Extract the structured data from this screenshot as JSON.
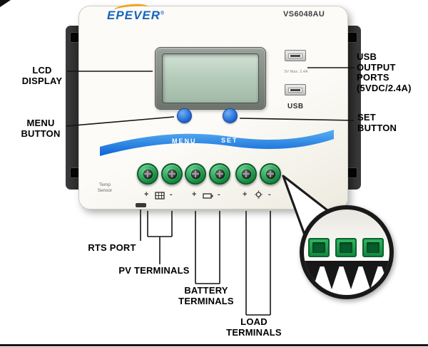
{
  "device": {
    "brand": "EPEVER",
    "brand_reg": "®",
    "model": "VS6048AU",
    "band": {
      "menu": "MENU",
      "set": "SET"
    },
    "usb": {
      "label": "USB",
      "spec": "5V  Max. 2.4A"
    },
    "temp_sensor": "Temp\nSensor",
    "terminal_marks": {
      "plus": "+",
      "minus": "-"
    },
    "terminal_icons": [
      "pv-panel-icon",
      "battery-icon",
      "load-icon"
    ]
  },
  "callouts": {
    "lcd": "LCD\nDISPLAY",
    "menu": "MENU\nBUTTON",
    "usb": "USB\nOUTPUT\nPORTS\n(5VDC/2.4A)",
    "set": "SET\nBUTTON",
    "rts": "RTS PORT",
    "pv": "PV TERMINALS",
    "battery": "BATTERY\nTERMINALS",
    "load": "LOAD\nTERMINALS"
  },
  "colors": {
    "accent_blue": "#1d6fd6",
    "band_blue_light": "#59b0f2",
    "band_blue_dark": "#0d63d6",
    "terminal_green": "#1d9e4f",
    "logo_orange": "#f5a21b"
  }
}
